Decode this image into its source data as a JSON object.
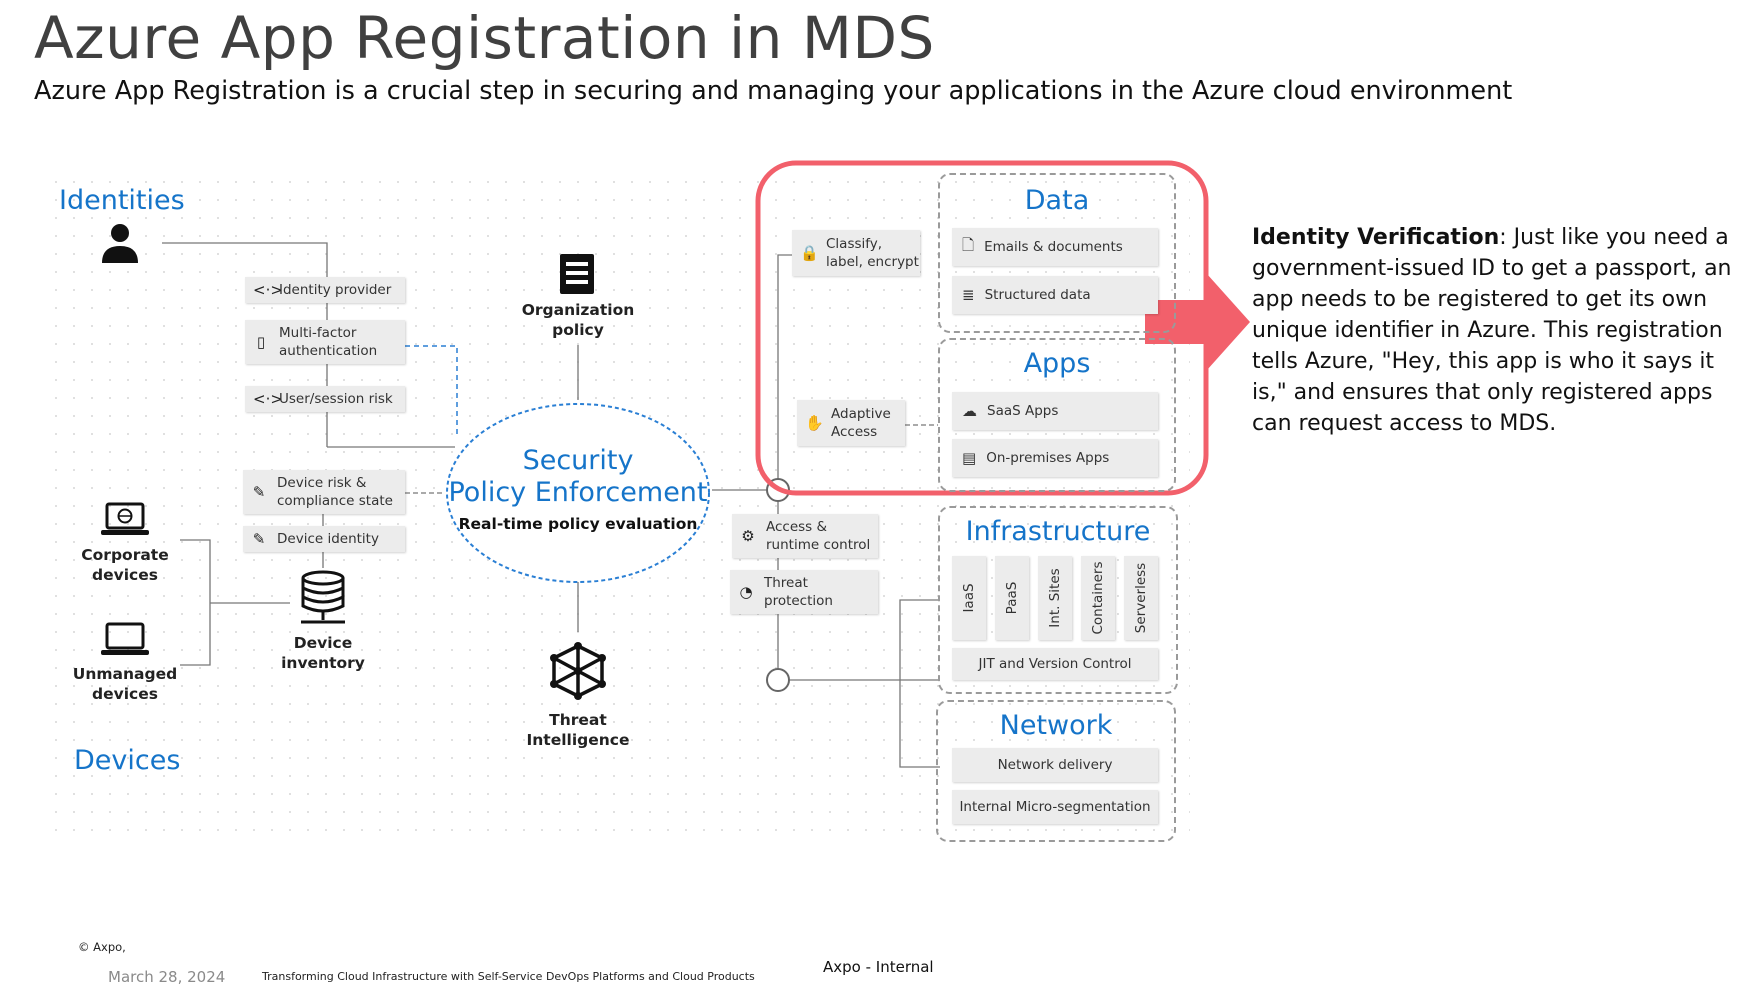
{
  "header": {
    "title": "Azure App Registration in MDS",
    "subtitle": "Azure App Registration is a crucial step in securing and managing your applications in the Azure cloud environment"
  },
  "diagram": {
    "identities_heading": "Identities",
    "devices_heading": "Devices",
    "identity_pills": [
      {
        "icon": "<·>",
        "label": "Identity provider"
      },
      {
        "icon": "▯",
        "label": "Multi-factor\nauthentication"
      },
      {
        "icon": "<·>",
        "label": "User/session risk"
      }
    ],
    "device_pills": [
      {
        "icon": "✎",
        "label": "Device risk &\ncompliance state"
      },
      {
        "icon": "✎",
        "label": "Device identity"
      }
    ],
    "corporate_devices": "Corporate\ndevices",
    "unmanaged_devices": "Unmanaged\ndevices",
    "device_inventory": "Device\ninventory",
    "organization_policy": "Organization\npolicy",
    "threat_intelligence": "Threat\nIntelligence",
    "policy_title_1": "Security",
    "policy_title_2": "Policy Enforcement",
    "policy_subtitle": "Real-time policy evaluation",
    "middle_pills": [
      {
        "icon": "🔒",
        "label": "Classify,\nlabel, encrypt"
      },
      {
        "icon": "✋",
        "label": "Adaptive\nAccess"
      },
      {
        "icon": "⚙",
        "label": "Access &\nruntime control"
      },
      {
        "icon": "◔",
        "label": "Threat\nprotection"
      }
    ],
    "data_heading": "Data",
    "data_items": [
      {
        "icon": "🗋",
        "label": "Emails & documents"
      },
      {
        "icon": "≣",
        "label": "Structured data"
      }
    ],
    "apps_heading": "Apps",
    "apps_items": [
      {
        "icon": "☁",
        "label": "SaaS Apps"
      },
      {
        "icon": "▤",
        "label": "On-premises Apps"
      }
    ],
    "infrastructure_heading": "Infrastructure",
    "infrastructure_tiles": [
      "IaaS",
      "PaaS",
      "Int. Sites",
      "Containers",
      "Serverless"
    ],
    "infrastructure_footer": "JIT and Version Control",
    "network_heading": "Network",
    "network_items": [
      "Network delivery",
      "Internal Micro-segmentation"
    ]
  },
  "description": {
    "bold": "Identity Verification",
    "text": ": Just like you need a government-issued ID to get a passport, an app needs to be registered to get its own unique identifier in Azure. This registration tells Azure, \"Hey, this app is who it says it is,\" and ensures that only registered apps can request access to MDS."
  },
  "footer": {
    "copyright": "© Axpo,",
    "date": "March 28, 2024",
    "presentation_title": "Transforming Cloud Infrastructure with Self-Service DevOps Platforms and Cloud Products",
    "classification": "Axpo - Internal"
  },
  "colors": {
    "accent_blue": "#1574c9",
    "highlight_red": "#f2606b",
    "pill_gray": "#ececec"
  }
}
